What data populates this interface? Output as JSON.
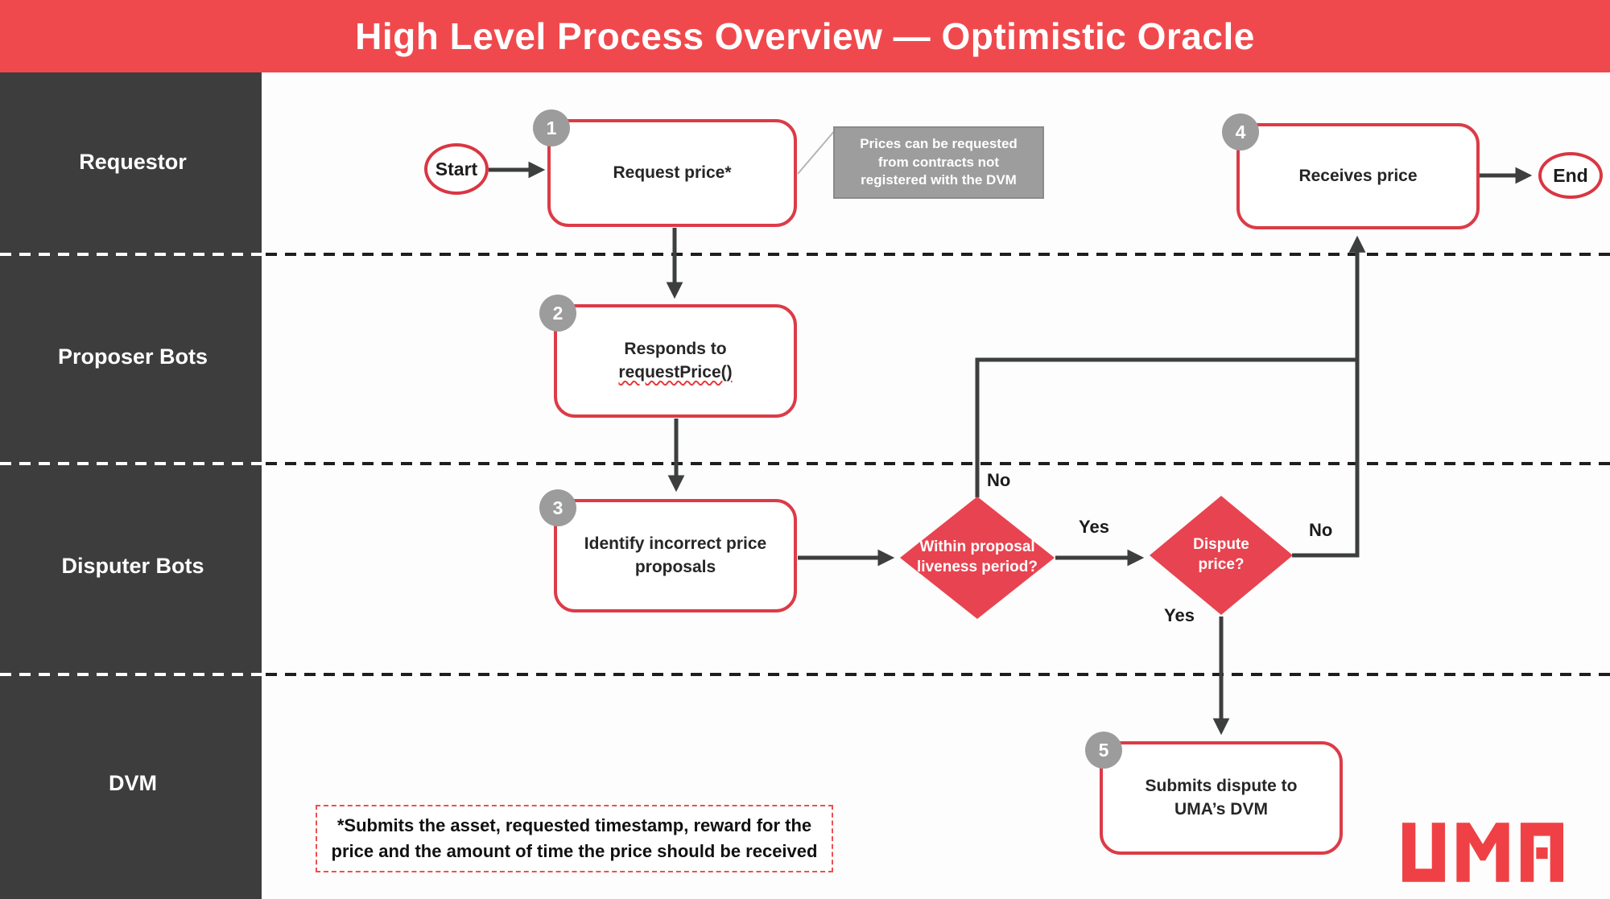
{
  "title": "High Level Process Overview — Optimistic Oracle",
  "lanes": [
    "Requestor",
    "Proposer Bots",
    "Disputer Bots",
    "DVM"
  ],
  "nodes": {
    "start": {
      "label": "Start"
    },
    "end": {
      "label": "End"
    },
    "request_price": {
      "badge": "1",
      "label": "Request price*"
    },
    "responds": {
      "badge": "2",
      "line1": "Responds to",
      "line2": "requestPrice()"
    },
    "identify": {
      "badge": "3",
      "label": "Identify incorrect price proposals"
    },
    "receives_price": {
      "badge": "4",
      "label": "Receives price"
    },
    "submits_dispute": {
      "badge": "5",
      "label": "Submits dispute to UMA’s DVM"
    },
    "liveness_decision": {
      "label": "Within proposal liveness period?"
    },
    "dispute_decision": {
      "label": "Dispute price?"
    }
  },
  "edge_labels": {
    "liveness_no": "No",
    "liveness_yes": "Yes",
    "dispute_no": "No",
    "dispute_yes": "Yes"
  },
  "note": "Prices can be requested from contracts not registered with the DVM",
  "footnote": "*Submits the asset, requested timestamp, reward for the price and the amount of time the price should be received",
  "logo": "UMA",
  "colors": {
    "header_red": "#f0494d",
    "shape_border_red": "#dc3b47",
    "diamond_red": "#e84350",
    "sidebar_dark": "#3d3d3d",
    "note_gray": "#9d9d9d",
    "badge_gray": "#9c9c9c",
    "arrow_dark": "#3d3f3f",
    "logo_red": "#ef4145"
  }
}
